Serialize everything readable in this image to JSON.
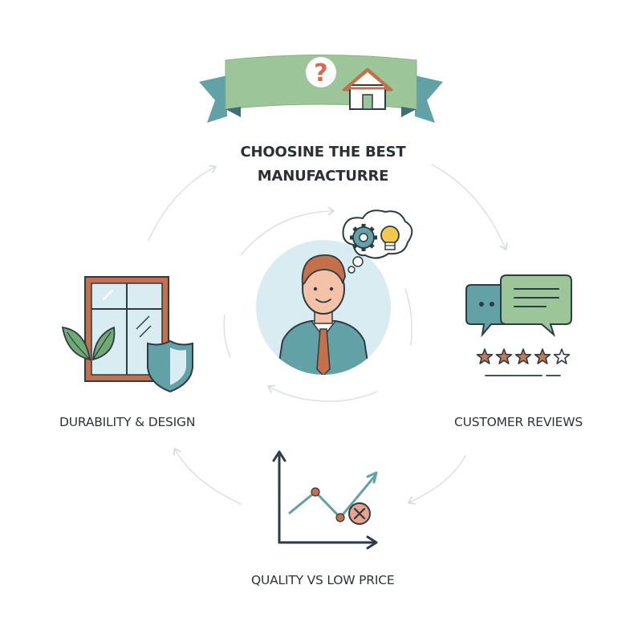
{
  "title": {
    "line1": "CHOOSINE THE BEST",
    "line2": "MANUFACTURRE"
  },
  "banner": {
    "question_mark": "?"
  },
  "factors": {
    "left": "DURABILITY & DESIGN",
    "right": "CUSTOMER REVIEWS",
    "bottom": "QUALITY VS LOW PRICE"
  },
  "reviews": {
    "rating": 4,
    "max_rating": 5
  },
  "colors": {
    "green": "#9cc59a",
    "teal": "#62a1a6",
    "dark": "#2c3b44",
    "terracotta": "#bf7a55",
    "light_blue": "#d8ecf1",
    "arrow": "#d7dbdd"
  },
  "icons": {
    "banner": [
      "question-mark-icon",
      "house-icon"
    ],
    "center": [
      "person-icon",
      "gear-icon",
      "lightbulb-icon",
      "thought-bubble-icon"
    ],
    "left": [
      "window-icon",
      "leaf-icon",
      "shield-icon"
    ],
    "right": [
      "chat-bubbles-icon",
      "star-rating-icon"
    ],
    "bottom": [
      "line-chart-icon",
      "cross-icon"
    ]
  }
}
